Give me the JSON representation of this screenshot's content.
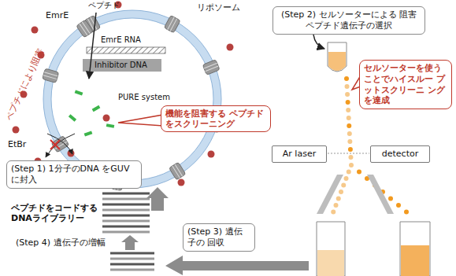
{
  "diagram": {
    "nodes": [
      {
        "text": [
          "(Step 2) セルソーターによる 阻害ペプチド遺伝子の選択"
        ]
      },
      {
        "text": [
          "セルソーターを使う ことでハイスルー プットスクリーニ ングを達成"
        ]
      },
      {
        "text": [
          "機能を阻害する ペプチドをスクリーニング"
        ]
      },
      {
        "text": [
          "Ar laser"
        ]
      },
      {
        "text": [
          "detector"
        ]
      },
      {
        "text": [
          "(Step 1) 1分子のDNA をGUVに封入"
        ]
      },
      {
        "text": [
          "(Step 3) 遺伝子の 回収"
        ]
      }
    ],
    "labels": [
      "ペプチド",
      "EmrE",
      "リポソーム",
      "EmrE RNA",
      "Inhibitor DNA",
      "EtBr",
      "PURE system",
      "ペプチドにより阻害",
      "ペプチドをコードする DNAライブラリー",
      "(Step 4) 遺伝子の増幅"
    ]
  }
}
